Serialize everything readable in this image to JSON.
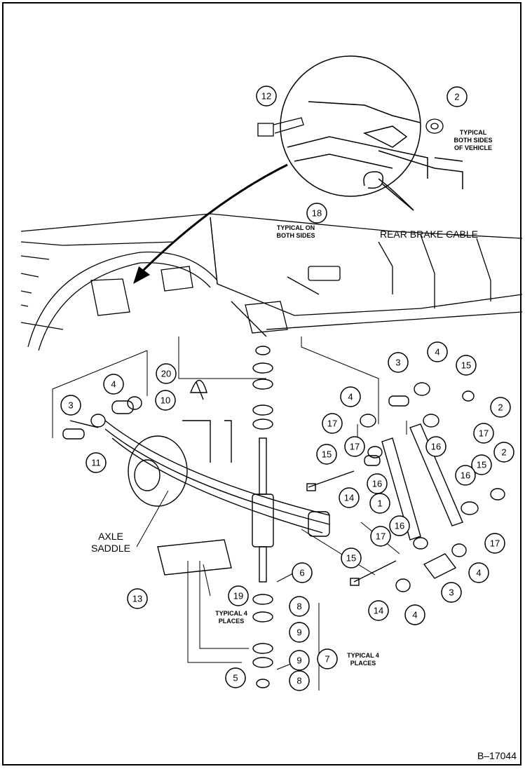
{
  "callouts": [
    {
      "num": "12"
    },
    {
      "num": "2"
    },
    {
      "num": "18"
    },
    {
      "num": "20"
    },
    {
      "num": "10"
    },
    {
      "num": "4"
    },
    {
      "num": "3"
    },
    {
      "num": "11"
    },
    {
      "num": "3"
    },
    {
      "num": "4"
    },
    {
      "num": "15"
    },
    {
      "num": "2"
    },
    {
      "num": "4"
    },
    {
      "num": "17"
    },
    {
      "num": "16"
    },
    {
      "num": "17"
    },
    {
      "num": "15"
    },
    {
      "num": "17"
    },
    {
      "num": "16"
    },
    {
      "num": "2"
    },
    {
      "num": "14"
    },
    {
      "num": "1"
    },
    {
      "num": "16"
    },
    {
      "num": "15"
    },
    {
      "num": "16"
    },
    {
      "num": "17"
    },
    {
      "num": "15"
    },
    {
      "num": "17"
    },
    {
      "num": "4"
    },
    {
      "num": "3"
    },
    {
      "num": "14"
    },
    {
      "num": "4"
    },
    {
      "num": "6"
    },
    {
      "num": "13"
    },
    {
      "num": "19"
    },
    {
      "num": "8"
    },
    {
      "num": "9"
    },
    {
      "num": "9"
    },
    {
      "num": "7"
    },
    {
      "num": "5"
    },
    {
      "num": "8"
    }
  ],
  "notes": {
    "typical_both_sides_vehicle_1": "TYPICAL",
    "typical_both_sides_vehicle_2": "BOTH SIDES",
    "typical_both_sides_vehicle_3": "OF VEHICLE",
    "typical_on_both_sides_1": "TYPICAL ON",
    "typical_on_both_sides_2": "BOTH SIDES",
    "rear_brake_cable": "REAR BRAKE CABLE",
    "axle_1": "AXLE",
    "axle_2": "SADDLE",
    "typical_4_places_a_1": "TYPICAL 4",
    "typical_4_places_a_2": "PLACES",
    "typical_4_places_b_1": "TYPICAL 4",
    "typical_4_places_b_2": "PLACES",
    "figure_number": "B–17044"
  },
  "colors": {
    "line": "#000000",
    "background": "#ffffff"
  }
}
